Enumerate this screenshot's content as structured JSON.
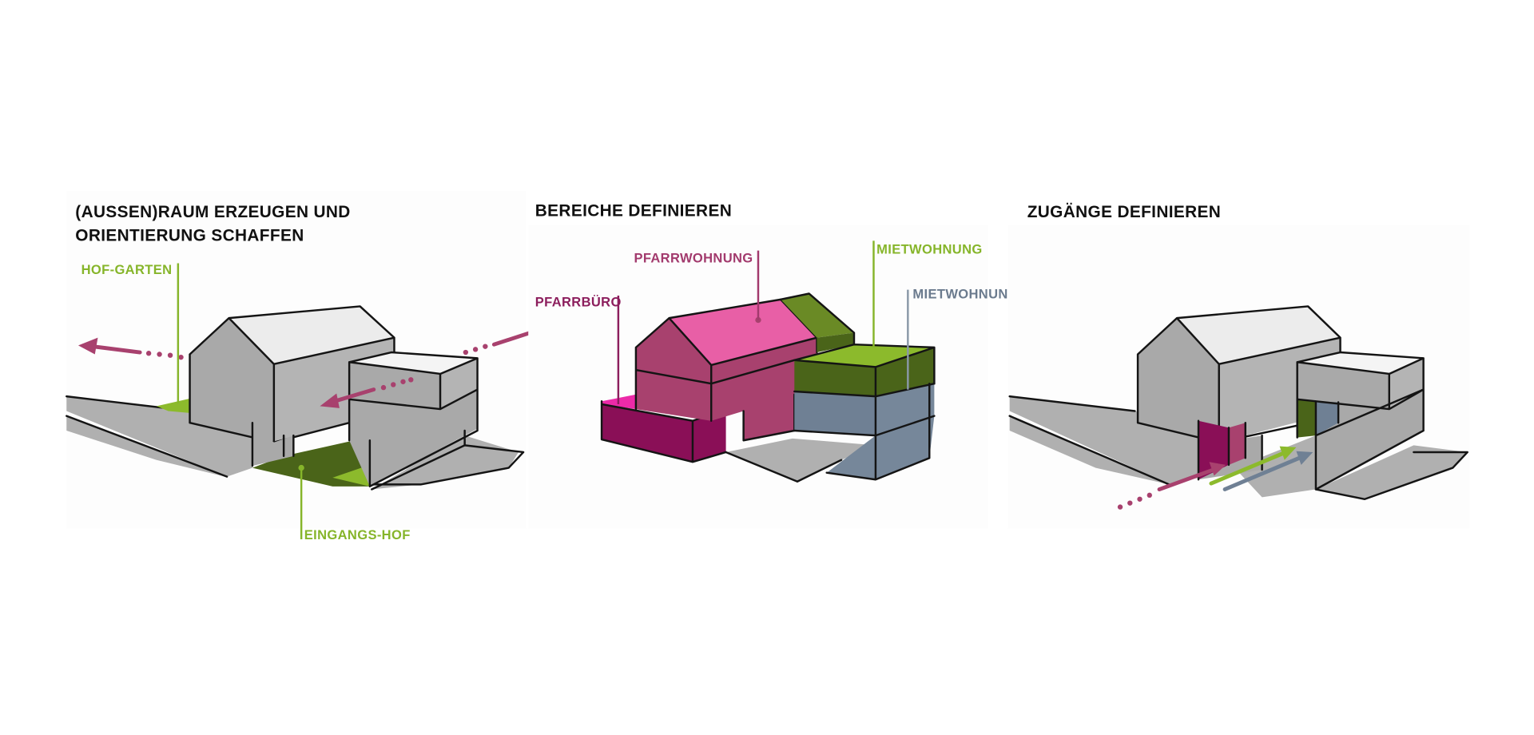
{
  "colors": {
    "pink_dark": "#8a0f57",
    "pink_mid": "#a8416e",
    "pink_light": "#e85fa6",
    "pink_hot": "#ec2aa8",
    "green_dark": "#4a6419",
    "green_light": "#8cba2c",
    "green_label": "#86b52a",
    "slate": "#6f8094",
    "slate_label": "#6b7b8e",
    "arrow_magenta": "#a8416e",
    "label_magenta": "#8c1e5d",
    "label_pink": "#a23a6d"
  },
  "panels": [
    {
      "title_line1": "(AUSSEN)RAUM ERZEUGEN UND",
      "title_line2": "ORIENTIERUNG SCHAFFEN",
      "labels": {
        "hof_garten": "HOF-GARTEN",
        "eingangs_hof": "EINGANGS-HOF"
      }
    },
    {
      "title_line1": "BEREICHE DEFINIEREN",
      "labels": {
        "pfarrwohnung": "PFARRWOHNUNG",
        "pfarrbuero": "PFARRBÜRO",
        "mietwohnung_green": "MIETWOHNUNG",
        "mietwohnung_slate": "MIETWOHNUNG"
      }
    },
    {
      "title_line1": "ZUGÄNGE DEFINIEREN"
    }
  ]
}
